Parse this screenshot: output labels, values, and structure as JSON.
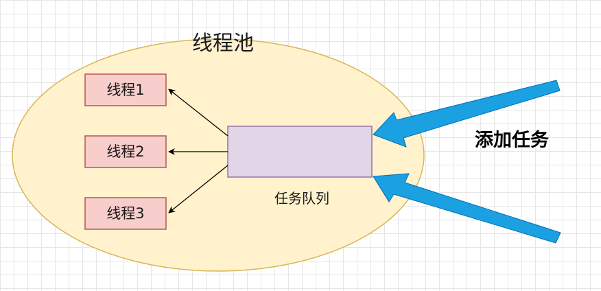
{
  "pool": {
    "title": "线程池"
  },
  "threads": [
    {
      "label": "线程1"
    },
    {
      "label": "线程2"
    },
    {
      "label": "线程3"
    }
  ],
  "queue": {
    "label": "任务队列"
  },
  "add_task": {
    "label": "添加任务"
  },
  "colors": {
    "pool_fill": "#fff2cc",
    "pool_stroke": "#d6b656",
    "thread_fill": "#f8cecc",
    "thread_stroke": "#b85450",
    "queue_fill": "#e1d5e7",
    "queue_stroke": "#9673a6",
    "arrow_blue": "#1ba1e2",
    "arrow_blue_stroke": "#006eaf"
  }
}
